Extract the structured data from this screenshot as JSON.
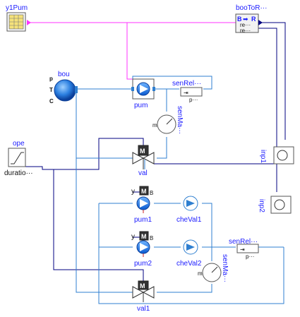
{
  "components": {
    "y1Pum": "y1Pum",
    "booToR": "booToR···",
    "booToR_B": "B",
    "booToR_R": "R",
    "booToR_re1": "re···",
    "booToR_re2": "re···",
    "bou": "bou",
    "bou_p": "p",
    "bou_T": "T",
    "bou_C": "C",
    "pum": "pum",
    "senRel_top": "senRel···",
    "senRel_top_p": "p···",
    "senMa_top": "senMa···",
    "senMa_top_m": "m",
    "ope": "ope",
    "duration": "duratio···",
    "val": "val",
    "inp1": "inp1",
    "inp2": "inp2",
    "pum1": "pum1",
    "pum1_y": "y",
    "pum1_M": "M",
    "pum1_B": "B",
    "cheVal1": "cheVal1",
    "pum2": "pum2",
    "pum2_y": "y",
    "pum2_M": "M",
    "pum2_B": "B",
    "cheVal2": "cheVal2",
    "senRel_bot": "senRel···",
    "senRel_bot_p": "p···",
    "senMa_bot": "senMa···",
    "senMa_bot_m": "m",
    "val1": "val1",
    "val_M": "M",
    "val1_M": "M"
  },
  "colors": {
    "fluid": "#2f7fd0",
    "signal_real": "#000080",
    "signal_boolean": "#ff33ff",
    "label": "#1a1aff"
  }
}
